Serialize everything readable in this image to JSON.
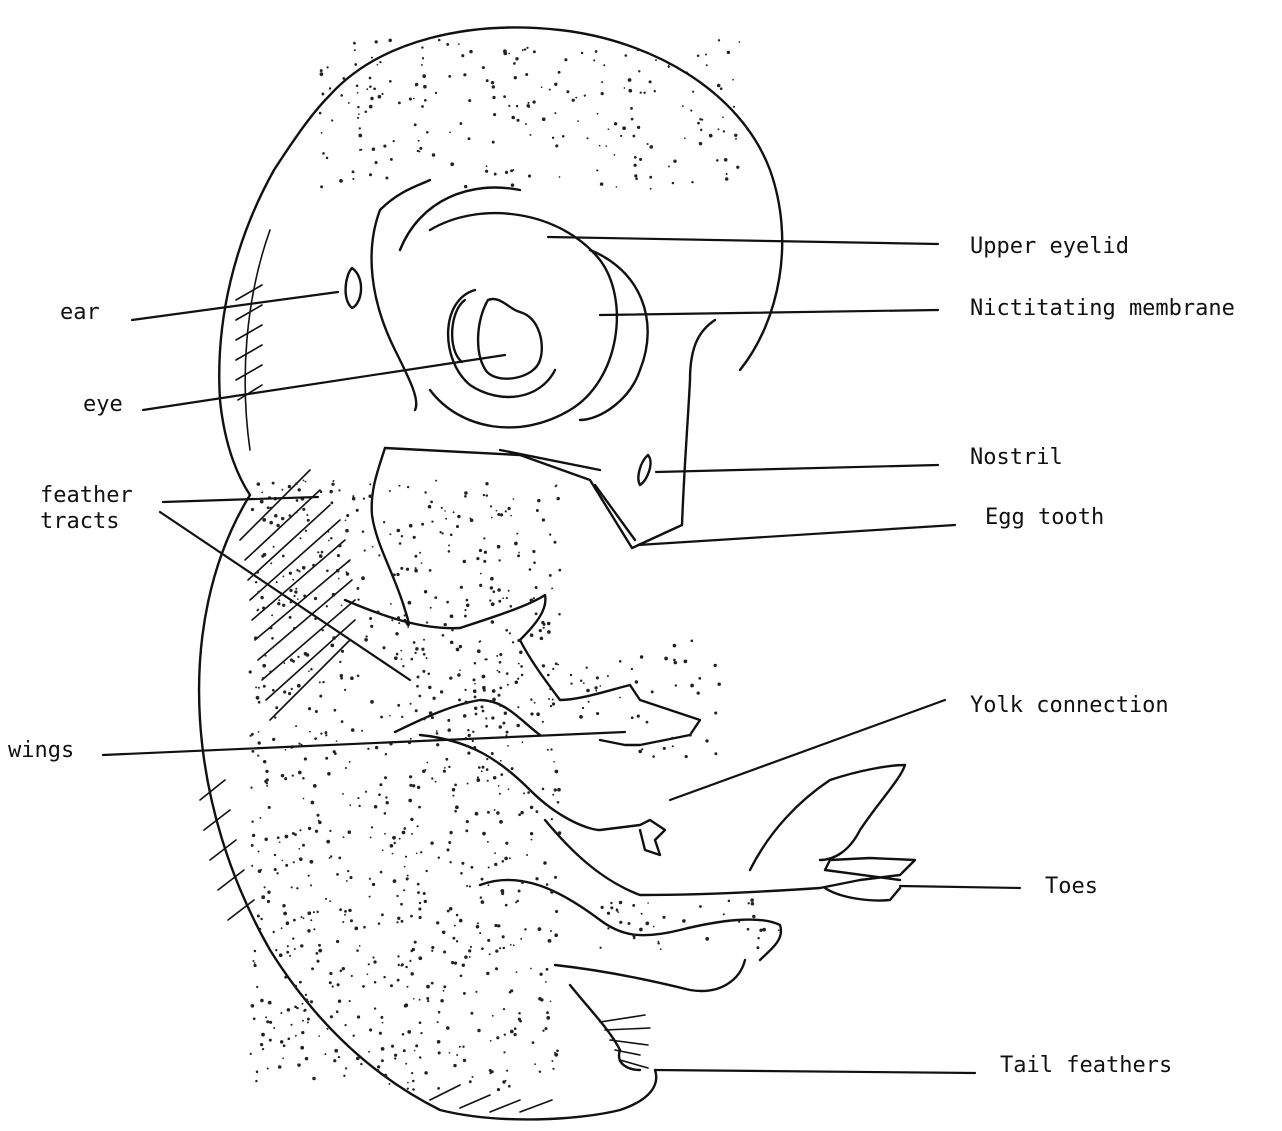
{
  "labels": {
    "upper_eyelid": "Upper eyelid",
    "nictitating_membrane": "Nictitating membrane",
    "nostril": "Nostril",
    "egg_tooth": "Egg tooth",
    "yolk_connection": "Yolk connection",
    "toes": "Toes",
    "tail_feathers": "Tail feathers",
    "ear": "ear",
    "eye": "eye",
    "feather_tracts": "feather\ntracts",
    "wings": "wings"
  }
}
